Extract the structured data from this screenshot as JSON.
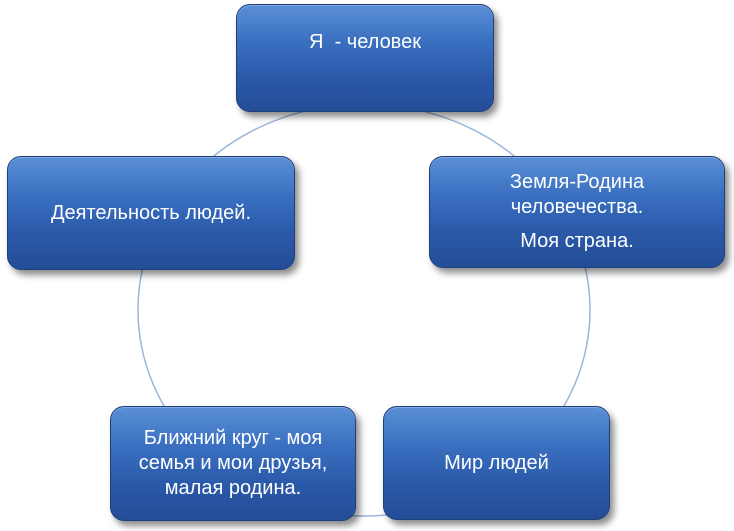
{
  "colors": {
    "node_fill": "#2f5fad",
    "node_border": "#1e3f7a",
    "ring_stroke": "#9bb7d8",
    "text": "#ffffff"
  },
  "nodes": [
    {
      "lines": [
        "Я  - человек"
      ]
    },
    {
      "lines": [
        "Земля-Родина",
        "человечества.",
        "Моя страна."
      ]
    },
    {
      "lines": [
        "Мир людей"
      ]
    },
    {
      "lines": [
        "Ближний круг - моя",
        "семья и мои друзья,",
        "малая родина."
      ]
    },
    {
      "lines": [
        "Деятельность людей."
      ]
    }
  ]
}
